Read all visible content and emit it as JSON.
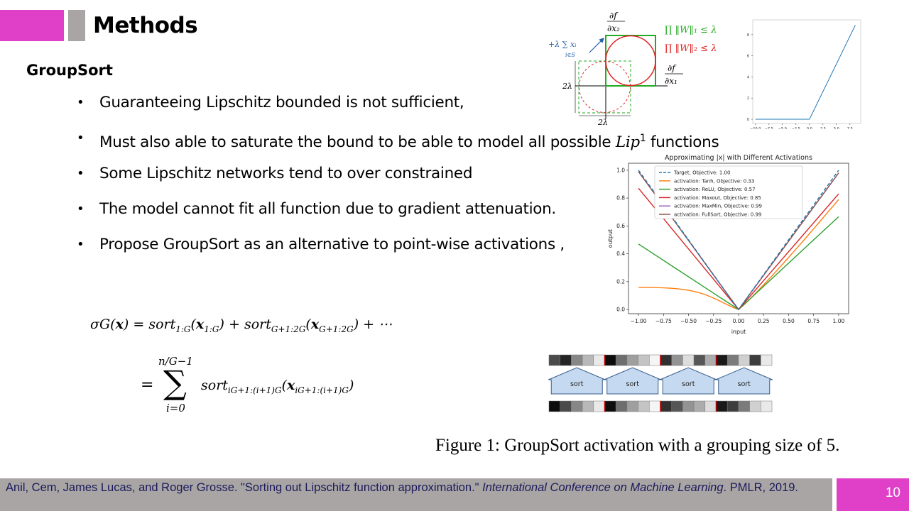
{
  "slide": {
    "title": "Methods",
    "subtitle": "GroupSort",
    "page_number": "10",
    "colors": {
      "accent": "#e040c8",
      "gray_bar": "#a9a5a5",
      "footer": "#a9a5a5"
    }
  },
  "bullets": [
    {
      "text": "Guaranteeing Lipschitz bounded is not sufficient,"
    },
    {
      "pre": "Must also able to saturate the bound to be able to model all possible ",
      "math": "Lip",
      "sup": "1",
      "post": " functions"
    },
    {
      "text": "Some Lipschitz networks tend to over constrained"
    },
    {
      "text": "The model cannot fit all function due to gradient attenuation."
    },
    {
      "text": "Propose GroupSort as an alternative to point-wise activations ,"
    }
  ],
  "equation": {
    "line1": {
      "lhs_sym": "σG(",
      "lhs_var": "x",
      "lhs_close": ") = ",
      "t1": "sort",
      "t1_sub": "1:G",
      "t1_var": "x",
      "t1_var_sub": "1:G",
      "plus": " + ",
      "t2": "sort",
      "t2_sub": "G+1:2G",
      "t2_var": "x",
      "t2_var_sub": "G+1:2G",
      "tail": " + ⋯"
    },
    "line2": {
      "eq": "=",
      "sum": "∑",
      "upper": "n/G−1",
      "lower": "i=0",
      "t": "sort",
      "t_sub": "iG+1:(i+1)G",
      "t_var": "x",
      "t_var_sub": "iG+1:(i+1)G"
    }
  },
  "norm_diagram": {
    "top_axis_num": "∂f",
    "top_axis_den": "∂x₂",
    "right_axis_num": "∂f",
    "right_axis_den": "∂x₁",
    "sum_term": "+λ ∑ xᵢ",
    "sum_sub": "i∈S",
    "legend_l1": "∏ ‖W‖₁ ≤ λ",
    "legend_l2": "∏ ‖W‖₂ ≤ λ",
    "width_label": "2λ",
    "height_label": "2λ",
    "colors": {
      "l1": "#22aa22",
      "l2": "#dd2222"
    }
  },
  "chart_data": [
    {
      "type": "line",
      "title": "",
      "x": [
        -10.0,
        0.0,
        8.5
      ],
      "values": [
        0.0,
        0.0,
        8.9
      ],
      "xticks": [
        "−10.0",
        "−7.5",
        "−5.0",
        "−2.5",
        "0.0",
        "2.5",
        "5.0",
        "7.5"
      ],
      "yticks": [
        "0",
        "2",
        "4",
        "6",
        "8"
      ],
      "xlim": [
        -10.5,
        9.5
      ],
      "ylim": [
        -0.4,
        9.4
      ],
      "color": "#1f77b4"
    },
    {
      "type": "line",
      "title": "Approximating |x| with Different Activations",
      "xlabel": "input",
      "ylabel": "output",
      "xlim": [
        -1.1,
        1.1
      ],
      "ylim": [
        -0.03,
        1.05
      ],
      "xticks": [
        "−1.00",
        "−0.75",
        "−0.50",
        "−0.25",
        "0.00",
        "0.25",
        "0.50",
        "0.75",
        "1.00"
      ],
      "yticks": [
        "0.0",
        "0.2",
        "0.4",
        "0.6",
        "0.8",
        "1.0"
      ],
      "legend_position": "top-left",
      "x": [
        -1.0,
        -0.8,
        -0.6,
        -0.4,
        -0.2,
        0.0,
        0.2,
        0.4,
        0.6,
        0.8,
        1.0
      ],
      "series": [
        {
          "name": "Target, Objective: 1.00",
          "color": "#1f77b4",
          "dashed": true,
          "values": [
            1.0,
            0.8,
            0.6,
            0.4,
            0.2,
            0.0,
            0.2,
            0.4,
            0.6,
            0.8,
            1.0
          ]
        },
        {
          "name": "activation: Tanh,  Objective: 0.33",
          "color": "#ff7f0e",
          "values": [
            0.16,
            0.157,
            0.145,
            0.12,
            0.07,
            0.0,
            0.13,
            0.3,
            0.46,
            0.62,
            0.79
          ]
        },
        {
          "name": "activation: ReLU,  Objective: 0.57",
          "color": "#2ca02c",
          "values": [
            0.47,
            0.376,
            0.282,
            0.188,
            0.094,
            0.0,
            0.133,
            0.266,
            0.4,
            0.533,
            0.666
          ]
        },
        {
          "name": "activation: Maxout,  Objective: 0.85",
          "color": "#d62728",
          "values": [
            0.87,
            0.696,
            0.522,
            0.348,
            0.174,
            0.0,
            0.166,
            0.332,
            0.498,
            0.664,
            0.83
          ]
        },
        {
          "name": "activation: MaxMin,  Objective: 0.99",
          "color": "#9467bd",
          "values": [
            0.99,
            0.792,
            0.594,
            0.396,
            0.198,
            0.0,
            0.196,
            0.392,
            0.588,
            0.784,
            0.98
          ]
        },
        {
          "name": "activation: FullSort,  Objective: 0.99",
          "color": "#8c564b",
          "values": [
            0.99,
            0.792,
            0.594,
            0.396,
            0.198,
            0.0,
            0.196,
            0.392,
            0.588,
            0.784,
            0.98
          ]
        }
      ]
    }
  ],
  "groupsort_figure": {
    "arrow_label": "sort",
    "top_row": [
      0.3,
      0.15,
      0.55,
      0.75,
      0.95,
      0.05,
      0.45,
      0.65,
      0.8,
      1.0,
      0.2,
      0.6,
      0.9,
      0.35,
      0.7,
      0.1,
      0.5,
      0.85,
      0.25,
      0.95
    ],
    "bottom_row": [
      0.05,
      0.3,
      0.55,
      0.75,
      0.95,
      0.05,
      0.45,
      0.65,
      0.8,
      1.0,
      0.2,
      0.35,
      0.6,
      0.7,
      0.9,
      0.1,
      0.25,
      0.5,
      0.85,
      0.95
    ],
    "arrow_fill": "#c5d9f1",
    "arrow_stroke": "#385d8a",
    "caption": "Figure 1: GroupSort activation with a grouping size of 5."
  },
  "footer": {
    "citation_pre": "Anil, Cem, James Lucas, and Roger Grosse. \"Sorting out Lipschitz function approximation.\" ",
    "citation_venue": "International Conference on Machine Learning",
    "citation_post": ". PMLR, 2019."
  }
}
